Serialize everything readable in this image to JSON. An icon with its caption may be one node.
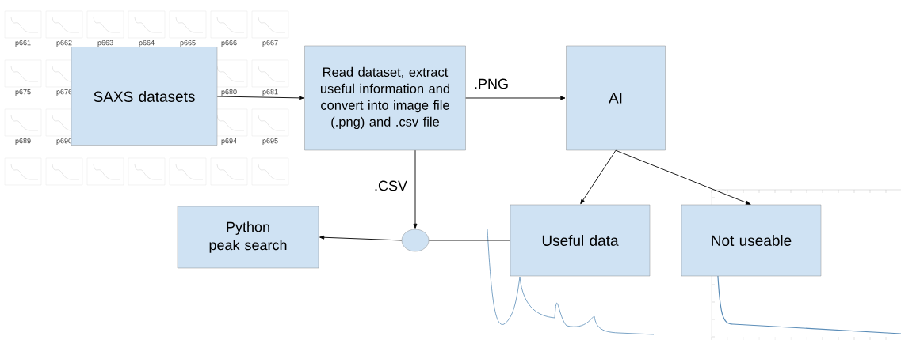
{
  "diagram": {
    "nodes": [
      {
        "text": [
          "SAXS datasets"
        ]
      },
      {
        "text": [
          "Read dataset, extract useful information and convert into image file (.png) and .csv file"
        ]
      },
      {
        "text": [
          "AI"
        ]
      },
      {
        "text": [
          "Python peak search"
        ]
      },
      {
        "text": [],
        "shape": "circle"
      },
      {
        "text": [
          "Useful data"
        ]
      },
      {
        "text": [
          "Not useable"
        ]
      }
    ],
    "edges": [
      {
        "from": 0,
        "to": 1,
        "arrow": "to"
      },
      {
        "from": 1,
        "to": 2,
        "arrow": "to",
        "label": ".PNG"
      },
      {
        "from": 1,
        "to": 4,
        "arrow": "to",
        "label": ".CSV"
      },
      {
        "from": 2,
        "to": 5,
        "arrow": "to"
      },
      {
        "from": 2,
        "to": 6,
        "arrow": "to"
      },
      {
        "from": 5,
        "to": 4,
        "arrow": "none"
      },
      {
        "from": 4,
        "to": 3,
        "arrow": "to"
      }
    ],
    "labels": [
      "p661",
      "p662",
      "p663",
      "p664",
      "p665",
      "p666",
      "p667",
      "p675",
      "p676",
      "p680",
      "p681",
      "p689",
      "p690",
      "p694",
      "p695"
    ]
  }
}
